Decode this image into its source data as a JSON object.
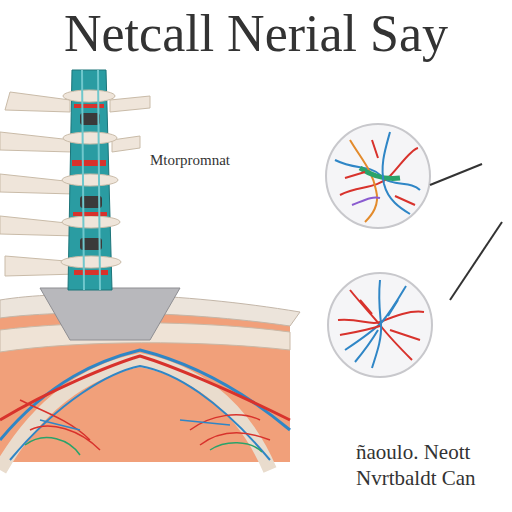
{
  "diagram": {
    "title": "Netcall Nerial Say",
    "labels": [
      "Mtorpromnat",
      "ñaoulo. Neott",
      "Nvrtbaldt Can"
    ]
  }
}
